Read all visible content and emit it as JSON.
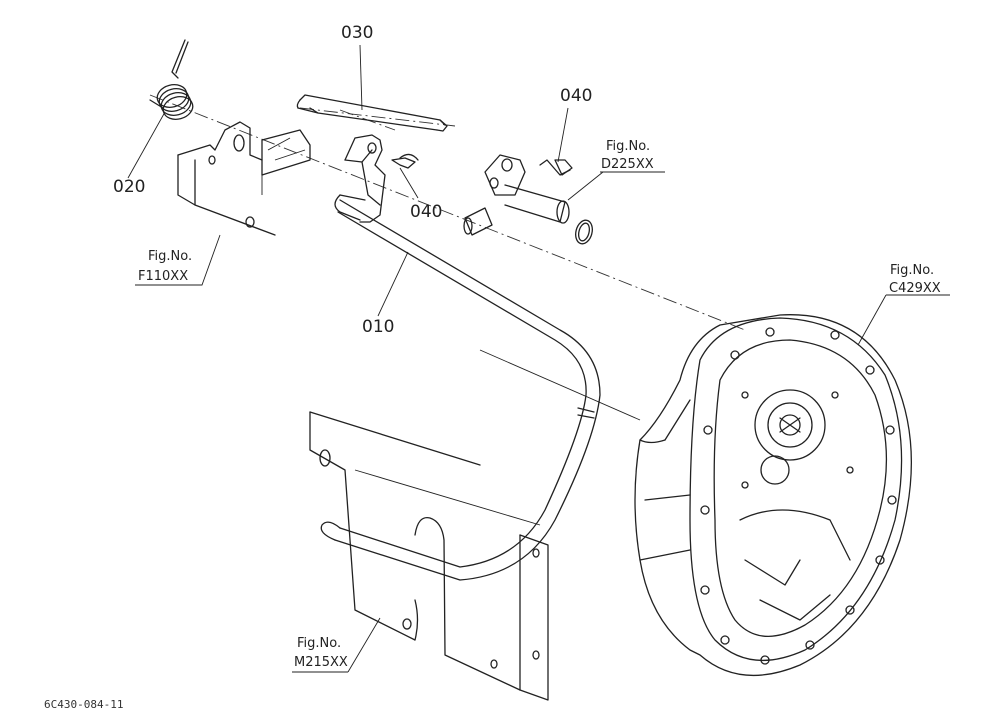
{
  "parts": {
    "p010": "010",
    "p020": "020",
    "p030": "030",
    "p040a": "040",
    "p040b": "040"
  },
  "refs": {
    "f110": {
      "title": "Fig.No.",
      "code": "F110XX"
    },
    "d225": {
      "title": "Fig.No.",
      "code": "D225XX"
    },
    "c429": {
      "title": "Fig.No.",
      "code": "C429XX"
    },
    "m215": {
      "title": "Fig.No.",
      "code": "M215XX"
    }
  },
  "drawing_code": "6C430-084-11"
}
